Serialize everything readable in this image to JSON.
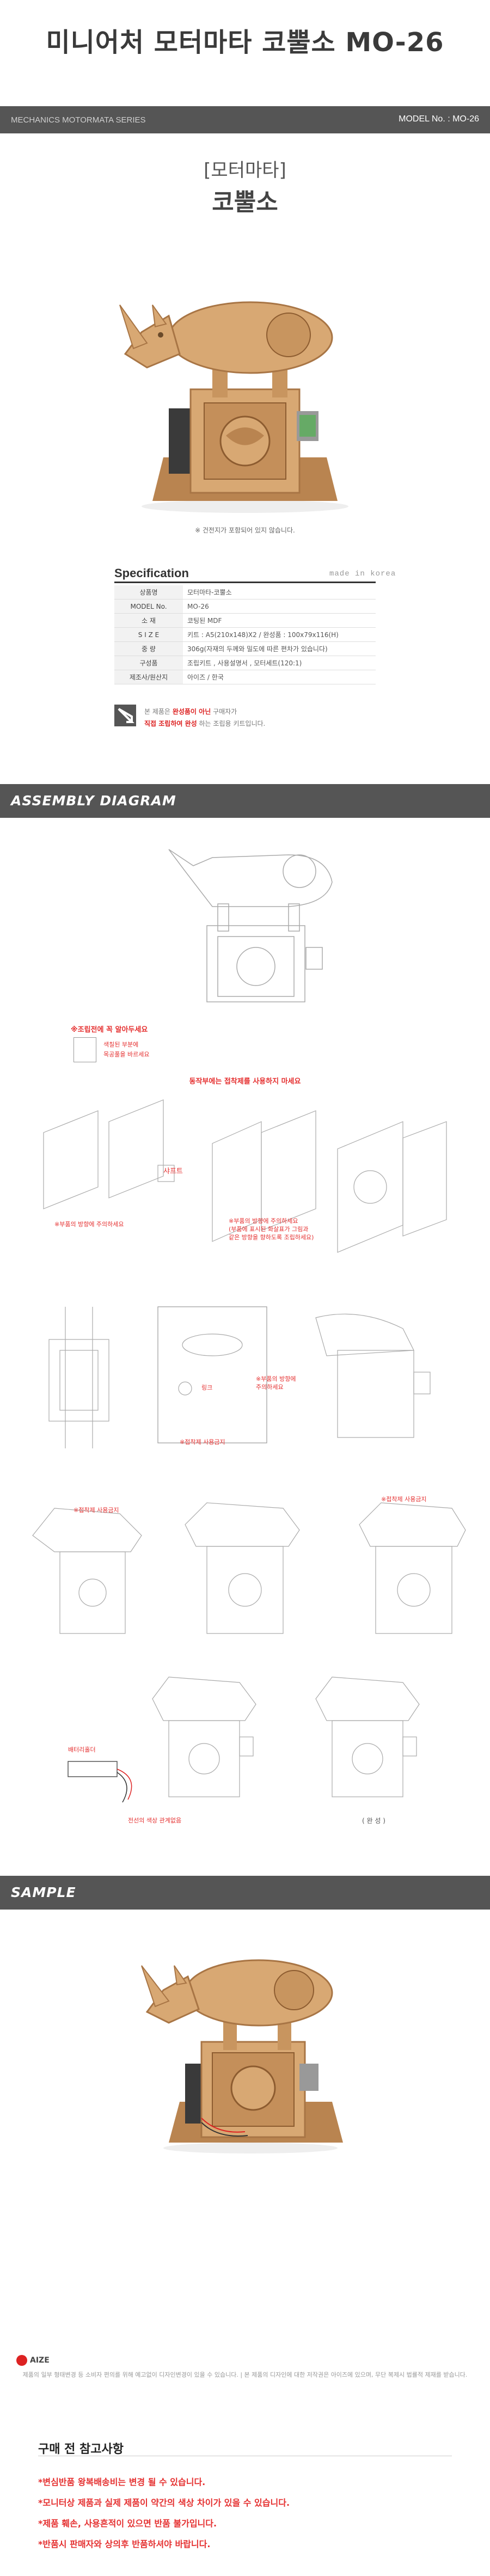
{
  "header": {
    "title": "미니어처 모터마타 코뿔소 MO-26",
    "series_label": "MECHANICS MOTORMATA SERIES",
    "model_label": "MODEL No. : MO-26"
  },
  "product": {
    "subtitle": "[모터마타]",
    "name": "코뿔소",
    "photo_note": "※ 건전지가 포함되어 있지 않습니다."
  },
  "spec": {
    "title": "Specification",
    "brand": "made in korea",
    "rows": [
      {
        "key": "상품명",
        "value": "모터마타-코뿔소"
      },
      {
        "key": "MODEL No.",
        "value": "MO-26"
      },
      {
        "key": "소 재",
        "value": "코팅된 MDF"
      },
      {
        "key": "S I Z E",
        "value": "키트 : A5(210x148)X2 / 완성품 : 100x79x116(H)"
      },
      {
        "key": "중 량",
        "value": "306g(자재의 두께와 밀도에 따른 편차가 있습니다)"
      },
      {
        "key": "구성품",
        "value": "조립키트 , 사용설명서 , 모터세트(120:1)"
      },
      {
        "key": "제조사/원산지",
        "value": "아이즈 / 한국"
      }
    ],
    "caution_line1_a": "본 제품은",
    "caution_line1_b": "완성품이 아닌",
    "caution_line1_c": "구매자가",
    "caution_line2_a": "직접 조립하여 완성",
    "caution_line2_b": "하는 조립용 키트입니다."
  },
  "assembly": {
    "section_title": "ASSEMBLY DIAGRAM",
    "note_title": "※조립전에 꼭 알아두세요",
    "note_body_1": "색칠된 부분에",
    "note_body_2": "목공풀을 바르세요",
    "warn_adhesive": "동작부에는 접착제를 사용하지 마세요",
    "label_axis": "샤프트",
    "label_direction": "※부품의 방향에 주의하세요",
    "label_direction_2": "※부품의 방향에 주의하세요",
    "label_direction_3": "(부품에 표시된 화살표가 그림과",
    "label_direction_4": "같은 방향을 향하도록 조립하세요)",
    "label_crank": "링크",
    "label_direction_5": "※부품의 방향에",
    "label_direction_6": "주의하세요",
    "label_no_glue": "※접착제 사용금지",
    "label_no_glue_2": "※접착제 사용금지",
    "label_no_glue_3": "※접착제 사용금지",
    "label_battery": "배터리홀더",
    "label_wire": "전선의 색상 관계없음",
    "label_done": "( 완 성 )"
  },
  "sample": {
    "section_title": "SAMPLE"
  },
  "footer": {
    "brand": "AIZE",
    "disclaimer": "제품의 일부 형태변경 등 소비자 편의를 위해 예고없이 디자인변경이 있을 수 있습니다.  |  본 제품의 디자인에 대한 저작권은 아이즈에 있으며, 무단 복제시 법률적 제재를 받습니다.",
    "purchase_title": "구매 전 참고사항",
    "notes": [
      "*변심반품 왕복배송비는 변경 될 수 있습니다.",
      "*모니터상 제품과 실제 제품이 약간의 색상 차이가 있을 수 있습니다.",
      "*제품 훼손, 사용흔적이 있으면 반품 불가입니다.",
      "*반품시 판매자와 상의후 반품하셔야 바랍니다."
    ]
  },
  "colors": {
    "bar": "#555555",
    "wood": "#d8a873",
    "wood_dark": "#b98450",
    "accent_red": "#e53030"
  }
}
